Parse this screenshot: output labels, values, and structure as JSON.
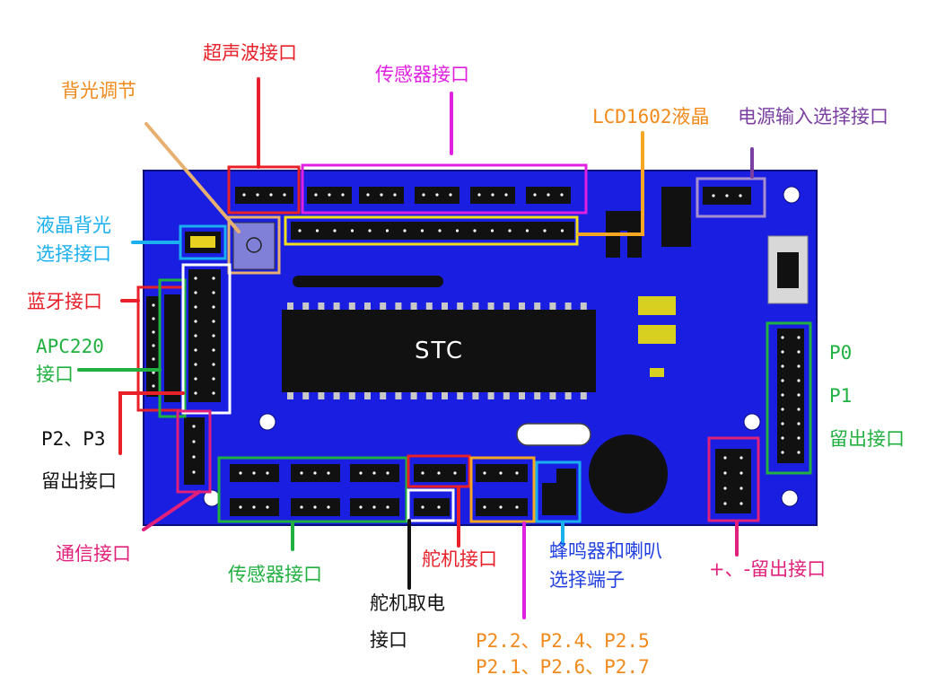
{
  "colors": {
    "board": "#1a1ee0",
    "board_edge": "#0b0e7a",
    "red": "#e8202a",
    "magenta": "#e020e0",
    "orange": "#f5a623",
    "orange_text": "#f08a1c",
    "purple": "#7a3fa0",
    "cyan": "#1ab0f0",
    "green": "#20b040",
    "tan": "#e8b070",
    "yellow": "#f0e020",
    "white": "#ffffff",
    "black": "#111111",
    "pink": "#e0207a",
    "blue_text": "#2040e0"
  },
  "chip": {
    "label": "STC"
  },
  "labels": {
    "ultrasonic": "超声波接口",
    "sensor_top": "传感器接口",
    "backlight_adjust": "背光调节",
    "lcd1602": "LCD1602液晶",
    "power_select": "电源输入选择接口",
    "lcd_backlight_1": "液晶背光",
    "lcd_backlight_2": "选择接口",
    "bluetooth": "蓝牙接口",
    "apc220_1": "APC220",
    "apc220_2": "接口",
    "p23_1": "P2、P3",
    "p23_2": "留出接口",
    "comm": "通信接口",
    "sensor_bottom": "传感器接口",
    "servo_power_1": "舵机取电",
    "servo_power_2": "接口",
    "servo": "舵机接口",
    "p2_line1": "P2.2、P2.4、P2.5",
    "p2_line2": "P2.1、P2.6、P2.7",
    "buzzer_1": "蜂鸣器和喇叭",
    "buzzer_2": "选择端子",
    "plus_minus": "+、-留出接口",
    "p0": "P0",
    "p1": "P1",
    "reserve_right": "留出接口"
  }
}
